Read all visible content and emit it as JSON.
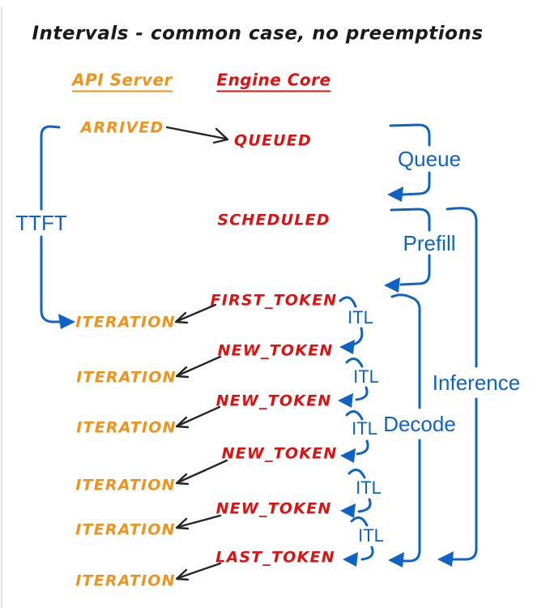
{
  "title": "Intervals - common case, no preemptions",
  "columns": {
    "api_server": "API Server",
    "engine_core": "Engine Core"
  },
  "events": {
    "arrived": "ARRIVED",
    "queued": "QUEUED",
    "scheduled": "SCHEDULED"
  },
  "token_rows": [
    {
      "token": "FIRST_TOKEN",
      "iteration": "ITERATION"
    },
    {
      "token": "NEW_TOKEN",
      "iteration": "ITERATION"
    },
    {
      "token": "NEW_TOKEN",
      "iteration": "ITERATION"
    },
    {
      "token": "NEW_TOKEN",
      "iteration": "ITERATION"
    },
    {
      "token": "NEW_TOKEN",
      "iteration": "ITERATION"
    },
    {
      "token": "LAST_TOKEN",
      "iteration": "ITERATION"
    }
  ],
  "intervals": {
    "ttft": "TTFT",
    "queue": "Queue",
    "prefill": "Prefill",
    "decode": "Decode",
    "inference": "Inference",
    "itl": [
      "ITL",
      "ITL",
      "ITL",
      "ITL",
      "ITL"
    ]
  },
  "colors": {
    "api_server_orange": "#f0931d",
    "engine_core_red": "#dc1312",
    "interval_blue": "#0f63c5",
    "transition_arrow_black": "#262626",
    "background": "#ffffff"
  }
}
